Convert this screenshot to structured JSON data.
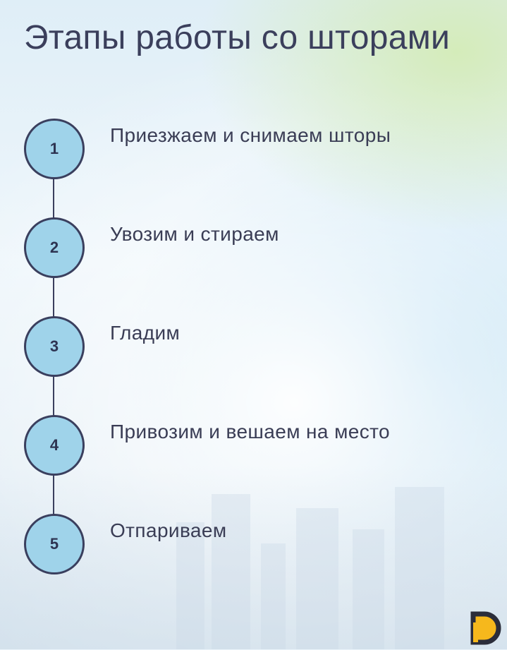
{
  "title": "Этапы работы со шторами",
  "steps": [
    {
      "number": "1",
      "label": "Приезжаем и снимаем шторы"
    },
    {
      "number": "2",
      "label": "Увозим и стираем"
    },
    {
      "number": "3",
      "label": "Гладим"
    },
    {
      "number": "4",
      "label": "Привозим и вешаем на место"
    },
    {
      "number": "5",
      "label": "Отпариваем"
    }
  ],
  "colors": {
    "title_text": "#3b3f5c",
    "circle_fill": "#9fd3ea",
    "circle_border": "#3a3f5e",
    "logo_yellow": "#f6b81c",
    "logo_dark": "#2b2d3a"
  },
  "logo": {
    "icon": "brand-logo-icon"
  }
}
